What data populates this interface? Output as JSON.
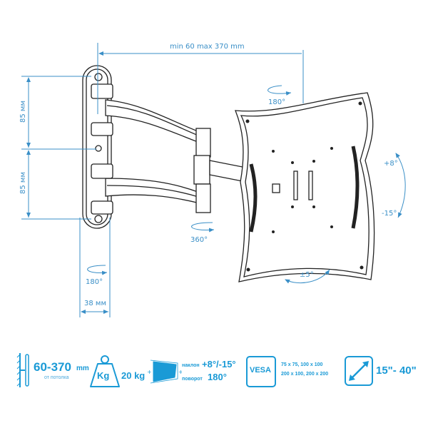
{
  "colors": {
    "accent": "#1a9ad6",
    "dimension": "#3a8fc7",
    "line": "#222222"
  },
  "dimensions": {
    "reach": "min 60 max 370 mm",
    "height_top": "85 мм",
    "height_bottom": "85 мм",
    "width": "38 мм",
    "wall_rotation": "180°",
    "arm_rotation": "360°",
    "plate_rotation": "180°",
    "tilt_up": "+8°",
    "tilt_down": "-15°",
    "level": "±5°"
  },
  "features": {
    "distance": {
      "value": "60-370",
      "unit": "mm",
      "note": "от потолка",
      "icon": "wall-distance-icon"
    },
    "weight": {
      "icon_label": "Kg",
      "value": "20 kg",
      "icon": "weight-icon"
    },
    "motion": {
      "tilt_label": "наклон",
      "tilt_value": "+8°/-15°",
      "swivel_label": "поворот",
      "swivel_value": "180°",
      "icon": "tilt-swivel-icon"
    },
    "vesa": {
      "icon_label": "VESA",
      "line1": "75 x 75, 100 x 100",
      "line2": "200 x 100, 200 x 200",
      "icon": "vesa-icon"
    },
    "screen": {
      "value": "15\"- 40\"",
      "icon": "diagonal-icon"
    }
  }
}
